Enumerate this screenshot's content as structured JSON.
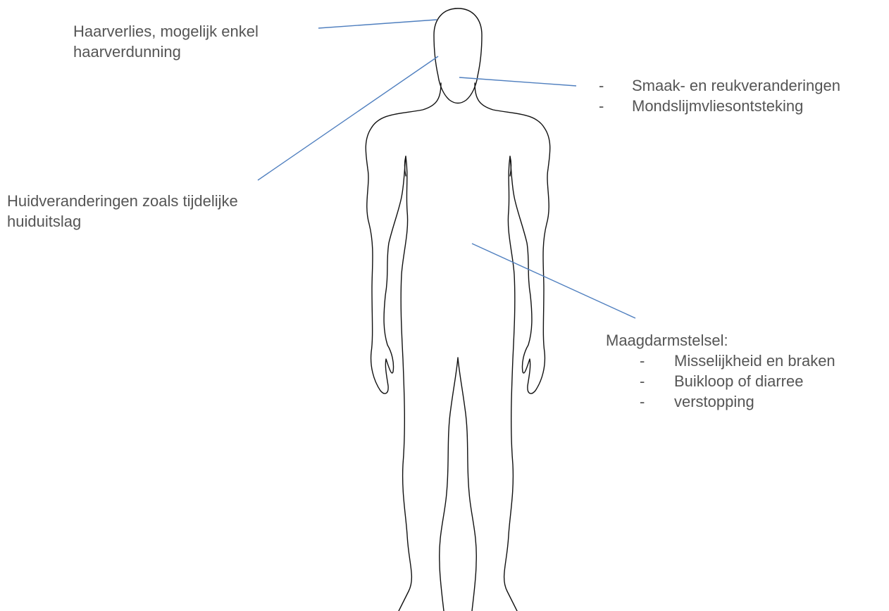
{
  "colors": {
    "leader_line": "#4f7fbf",
    "outline": "#111111",
    "text": "#555555"
  },
  "body_figure_icon": "human-body-outline-icon",
  "labels": {
    "hair": {
      "line1": "Haarverlies, mogelijk enkel",
      "line2": "haarverdunning"
    },
    "skin": {
      "line1": "Huidveranderingen zoals tijdelijke",
      "line2": "huiduitslag"
    },
    "mouth": {
      "bullet": "-",
      "items": [
        "Smaak- en reukveranderingen",
        "Mondslijmvliesontsteking"
      ]
    },
    "digestive": {
      "heading": "Maagdarmstelsel:",
      "bullet": "-",
      "items": [
        "Misselijkheid en braken",
        "Buikloop of diarree",
        "verstopping"
      ]
    }
  }
}
